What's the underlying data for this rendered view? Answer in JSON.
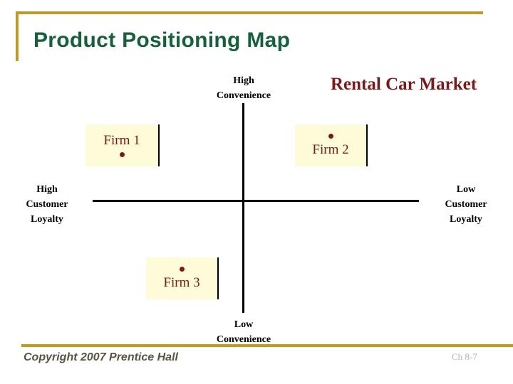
{
  "slide": {
    "title": "Product Positioning Map",
    "chart_title": "Rental Car Market",
    "title_color": "#16603c",
    "chart_title_color": "#7b1a1a",
    "accent_color": "#bf9b25",
    "box_fill_color": "#fdfbd8"
  },
  "axes": {
    "top_label_line1": "High",
    "top_label_line2": "Convenience",
    "bottom_label_line1": "Low",
    "bottom_label_line2": "Convenience",
    "left_label_line1": "High",
    "left_label_line2": "Customer",
    "left_label_line3": "Loyalty",
    "right_label_line1": "Low",
    "right_label_line2": "Customer",
    "right_label_line3": "Loyalty"
  },
  "firms": [
    {
      "label": "Firm 1",
      "dot_position": "below",
      "quadrant": "high-convenience / high-loyalty"
    },
    {
      "label": "Firm 2",
      "dot_position": "above",
      "quadrant": "high-convenience / low-loyalty"
    },
    {
      "label": "Firm 3",
      "dot_position": "above",
      "quadrant": "low-convenience / high-loyalty"
    }
  ],
  "footer": {
    "copyright": "Copyright 2007 Prentice Hall",
    "page_code": "Ch 8-7"
  },
  "chart_data": {
    "type": "scatter",
    "title": "Rental Car Market",
    "xlabel": "Customer Loyalty",
    "ylabel": "Convenience",
    "x_axis_left_label": "High Customer Loyalty",
    "x_axis_right_label": "Low Customer Loyalty",
    "y_axis_top_label": "High Convenience",
    "y_axis_bottom_label": "Low Convenience",
    "grid": false,
    "legend": "none",
    "points": [
      {
        "name": "Firm 1",
        "x": "high loyalty",
        "y": "high convenience"
      },
      {
        "name": "Firm 2",
        "x": "low loyalty",
        "y": "high convenience"
      },
      {
        "name": "Firm 3",
        "x": "high loyalty",
        "y": "low convenience"
      }
    ]
  }
}
